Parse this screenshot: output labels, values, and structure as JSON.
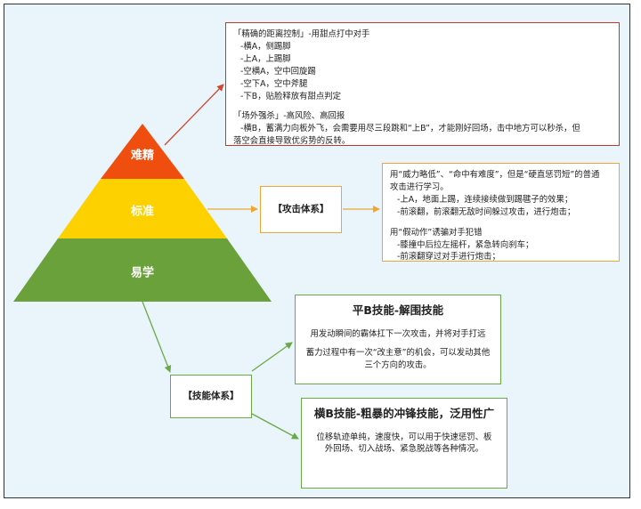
{
  "pyramid": {
    "tiers": [
      {
        "label": "难精",
        "color": "#f04e0f"
      },
      {
        "label": "标准",
        "color": "#fdd100"
      },
      {
        "label": "易学",
        "color": "#6aa13a"
      }
    ]
  },
  "connector_colors": {
    "red": "#d04a30",
    "orange": "#f0a732",
    "green": "#6aaa44"
  },
  "precision_box": {
    "lines": [
      "「精确的距离控制」-用甜点打中对手",
      "-横A，侧踢脚",
      "-上A，上踢脚",
      "-空横A，空中回旋踢",
      "-空下A，空中斧腿",
      "-下B，贴脸释放有甜点判定",
      "",
      "「场外强杀」-高风险、高回报",
      "-横B，蓄满力向板外飞，会需要用尽三段跳和“上B”，才能刚好回场，击中地方可以秒杀，但",
      "落空会直接导致优劣势的反转。"
    ]
  },
  "attack_system": {
    "label": "【攻击体系】"
  },
  "attack_details": {
    "lines": [
      "用“威力略低”、“命中有难度”，但是“硬直惩罚短”的普通",
      "攻击进行学习。",
      "-上A，地面上踢，连续接续做到踢毽子的效果；",
      "-前滚翻，前滚翻无敌时间躲过攻击，进行炮击；",
      "",
      "用“假动作”诱骗对手犯错",
      "-膝撞中后拉左摇杆，紧急转向刹车；",
      "-前滚翻穿过对手进行炮击；"
    ]
  },
  "skill_system": {
    "label": "【技能体系】"
  },
  "flat_b": {
    "title": "平B技能-解围技能",
    "lines": [
      "用发动瞬间的霸体扛下一次攻击，并将对手打远",
      "蓄力过程中有一次“改主意”的机会，可以发动其他三个方向的攻击。"
    ]
  },
  "horizontal_b": {
    "title": "横B技能-粗暴的冲锋技能，泛用性广",
    "lines": [
      "位移轨迹单纯，速度快，可以用于快速惩罚、板外回场、切入战场、紧急脱战等各种情况。"
    ]
  }
}
